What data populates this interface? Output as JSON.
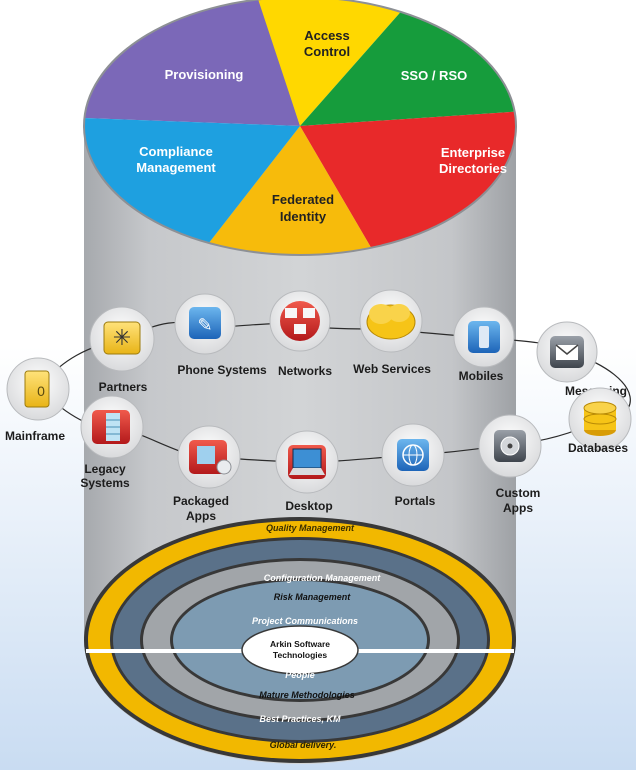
{
  "colors": {
    "background_gradient_top": "#ffffff",
    "background_gradient_bottom": "#c9dcf2",
    "cylinder_body": "#c4c6c9",
    "cylinder_shadow": "#9ea1a5",
    "provisioning": "#7b68b8",
    "access_control": "#ffd800",
    "sso_rso": "#169c3c",
    "compliance": "#1ea0e0",
    "federated": "#f7bb0b",
    "enterprise": "#e8292a",
    "ring_gold": "#f2b800",
    "ring_slate": "#5a7189",
    "ring_gray": "#a1a5a9",
    "ring_teal": "#7d9bb2",
    "ring_dark": "#383838"
  },
  "pie": {
    "provisioning": "Provisioning",
    "access_control": [
      "Access",
      "Control"
    ],
    "sso_rso": "SSO / RSO",
    "compliance": [
      "Compliance",
      "Management"
    ],
    "federated": [
      "Federated",
      "Identity"
    ],
    "enterprise": [
      "Enterprise",
      "Directories"
    ]
  },
  "nodes": {
    "partners": "Partners",
    "phone_systems": "Phone Systems",
    "networks": "Networks",
    "web_services": "Web Services",
    "mobiles": "Mobiles",
    "messaging": "Messaging",
    "mainframe": "Mainframe",
    "databases": "Databases",
    "legacy": [
      "Legacy",
      "Systems"
    ],
    "packaged": [
      "Packaged",
      "Apps"
    ],
    "desktop": "Desktop",
    "portals": "Portals",
    "custom": [
      "Custom",
      "Apps"
    ]
  },
  "rings": {
    "quality": "Quality Management",
    "configuration": "Configuration Management",
    "risk": "Risk Management",
    "project": "Project Communications",
    "center": [
      "Arkin Software",
      "Technologies"
    ],
    "people": "People",
    "methodologies": "Mature Methodologies",
    "best_practices": "Best Practices, KM",
    "global": "Global delivery."
  }
}
